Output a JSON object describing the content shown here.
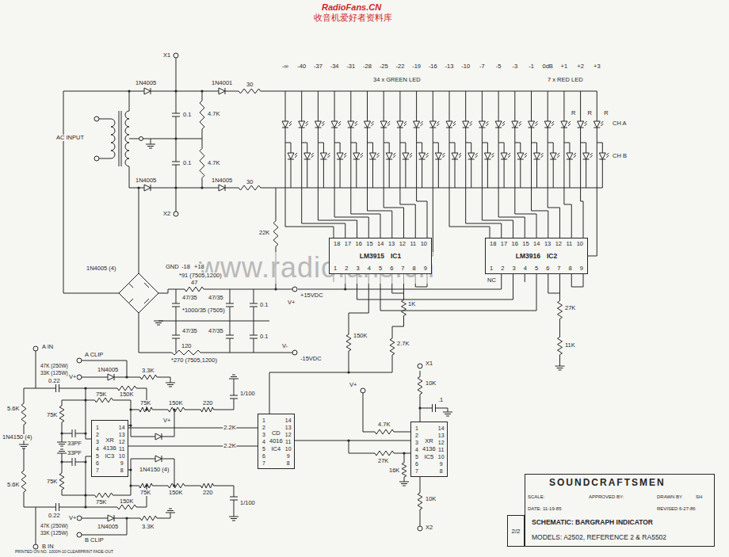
{
  "diagram": {
    "nodes": [
      {
        "text": [
          "18 17 16 15 14 13 12 11 10",
          "LM3915",
          "IC1",
          "1 2 3 4 5 6 7 8 9"
        ]
      },
      {
        "text": [
          "18 17 16 15 14 13 12 11 10",
          "LM3916",
          "IC2",
          "1 2 3 4 5 6 7 8 9"
        ]
      },
      {
        "text": [
          "1 2 3 4 5 6 7",
          "XR",
          "4136",
          "IC3",
          "14 13 12 11 10 9 8"
        ]
      },
      {
        "text": [
          "1 2 3 4 5 6 7",
          "CD",
          "4016",
          "IC4",
          "14 13 12 11 10 9 8"
        ]
      },
      {
        "text": [
          "1 2 3 4 5 6 7",
          "XR",
          "4136",
          "IC5",
          "14 13 12 11 10 9 8"
        ]
      },
      {
        "text": [
          "SOUNDCRAFTSMEN",
          "SCALE:",
          "APPROVED BY:",
          "DRAWN BY",
          "SH",
          "DATE: 11-19-85",
          "REVISED 6-27-86",
          "SCHEMATIC: BARGRAPH INDICATOR",
          "MODELS: A2502, REFERENCE 2 & RA5502"
        ]
      },
      {
        "text": [
          "2/2"
        ]
      }
    ],
    "edges": [
      {
        "from": 2,
        "to": 3,
        "label": "2.2K",
        "arrow": "none"
      },
      {
        "from": 2,
        "to": 3,
        "label": "2.2K",
        "arrow": "none"
      },
      {
        "from": 3,
        "to": 4,
        "arrow": "none"
      }
    ],
    "labels": [
      "RadioFans.CN",
      "收音机爱好者资料库",
      "www.radiofans.cn",
      "X1",
      "X2",
      "AC INPUT",
      "1N4005",
      "1N4001",
      "30",
      "0.1",
      "0.1",
      "4.7K",
      "4.7K",
      "1N4005",
      "1N4005",
      "30",
      "-∞",
      "-40",
      "-37",
      "-34",
      "-31",
      "-28",
      "-25",
      "-22",
      "-19",
      "-16",
      "-13",
      "-10",
      "-7",
      "-5",
      "-3",
      "-1",
      "0dB",
      "+1",
      "+2",
      "+3",
      "34 x GREEN LED",
      "7 x RED LED",
      "R",
      "R",
      "R",
      "CH A",
      "CH B",
      "22K",
      "NC",
      "1N4005 (4)",
      "GND",
      "-18",
      "+18",
      "*91 (7505,1200)",
      "47",
      "+15VDC",
      "V+",
      "47/35",
      "*1000/35 (7505)",
      "47/35",
      "0.1",
      "47/35",
      "47/35",
      "0.1",
      "120",
      "*270 (7505,1200)",
      "V-",
      "-15VDC",
      "1K",
      "150K",
      "2.7K",
      "27K",
      "11K",
      "A IN",
      "A CLIP",
      "47K (250W)",
      "33K (125W)",
      "V+",
      "1N4005",
      "3.3K",
      "0.22",
      "5.6K",
      "1N4150 (4)",
      "75K",
      "75K",
      "33PF",
      "150K",
      "75K",
      "150K",
      "220",
      "1/100",
      "1N4150 (4)",
      "V+",
      "75K",
      "75K",
      "33PF",
      "5.6K",
      "75K",
      "150K",
      "150K",
      "220",
      "1/100",
      "0.22",
      "V+",
      "1N4005",
      "3.3K",
      "47K (250W)",
      "33K (125W)",
      "B CLIP",
      "B IN",
      "X1",
      "V+",
      "10K",
      ".1",
      "4.7K",
      "27K",
      "16K",
      "10K",
      "X2",
      "PRINTED ON NO. 1000H-10 CLEARPRINT FADE-OUT"
    ]
  }
}
